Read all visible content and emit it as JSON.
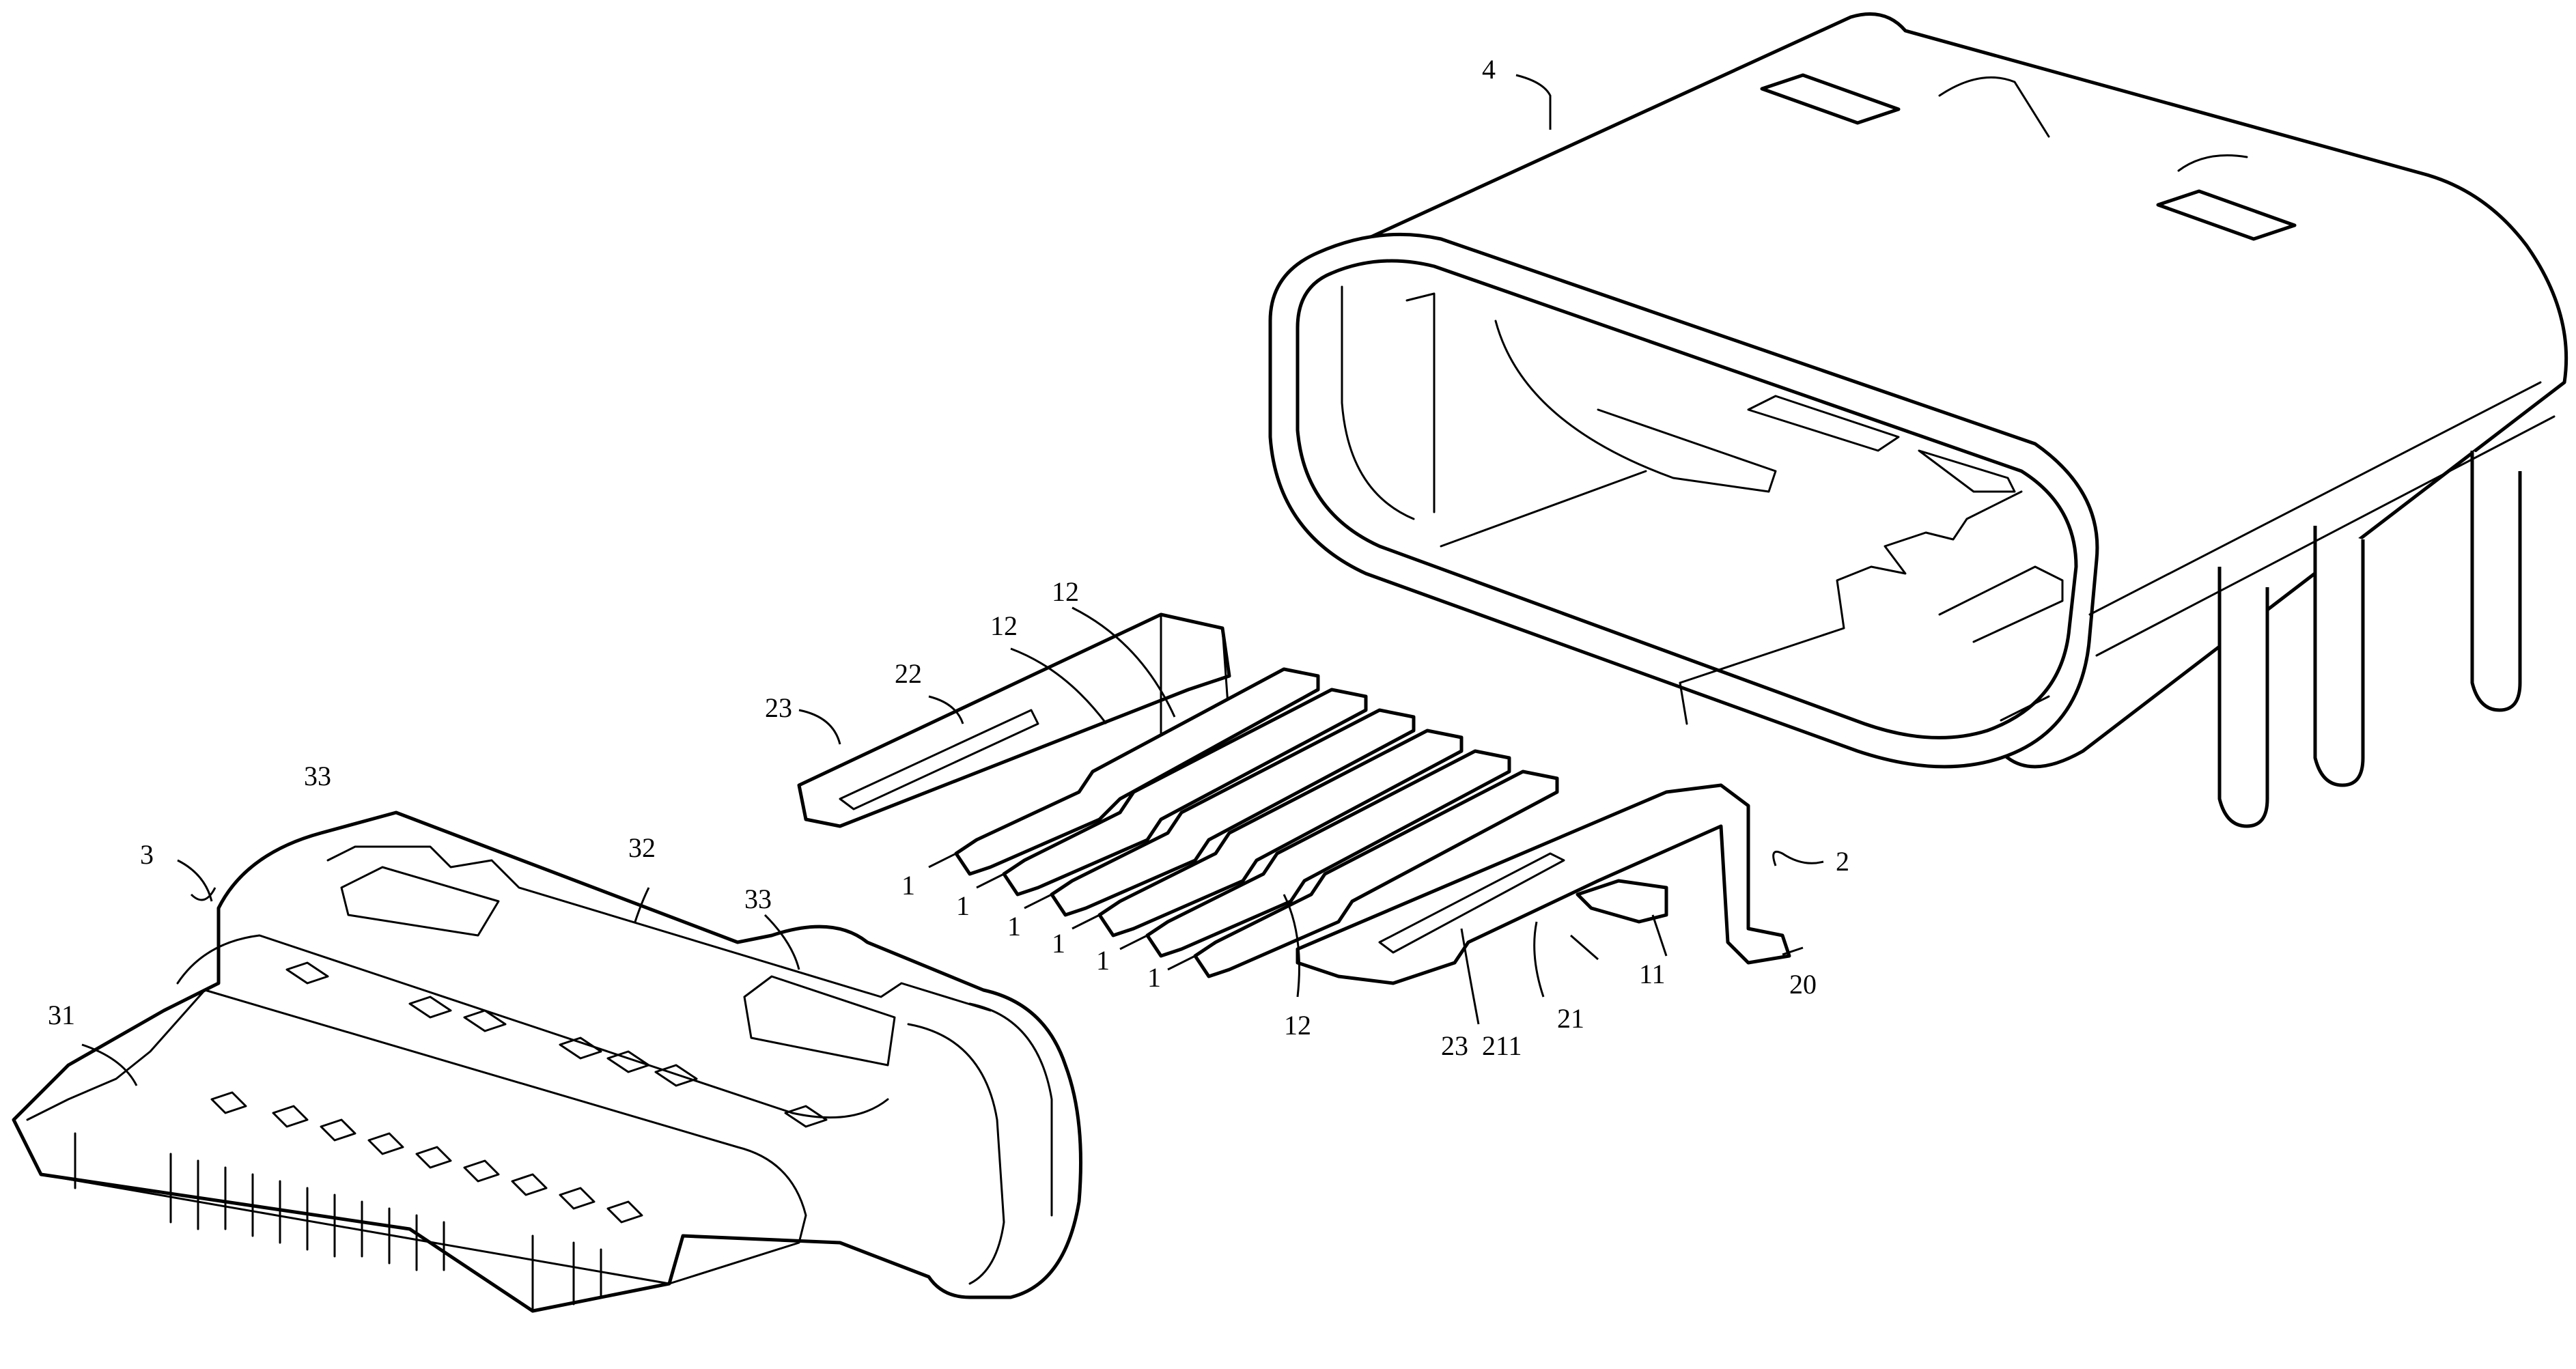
{
  "figure": {
    "labels": {
      "shell": "4",
      "connector_assembly": "2",
      "ground_plate": "20",
      "contact_tail": "11",
      "plate_upper": "22",
      "plate_lower": "21",
      "plate_slot": "211",
      "latch_a": "23",
      "latch_b": "23",
      "contact_bend_a": "12",
      "contact_bend_b": "12",
      "contact_bend_c": "12",
      "contact_1": "1",
      "contact_2": "1",
      "contact_3": "1",
      "contact_4": "1",
      "contact_5": "1",
      "contact_6": "1",
      "insulator": "3",
      "tongue": "31",
      "body": "32",
      "recess_a": "33",
      "recess_b": "33"
    }
  }
}
